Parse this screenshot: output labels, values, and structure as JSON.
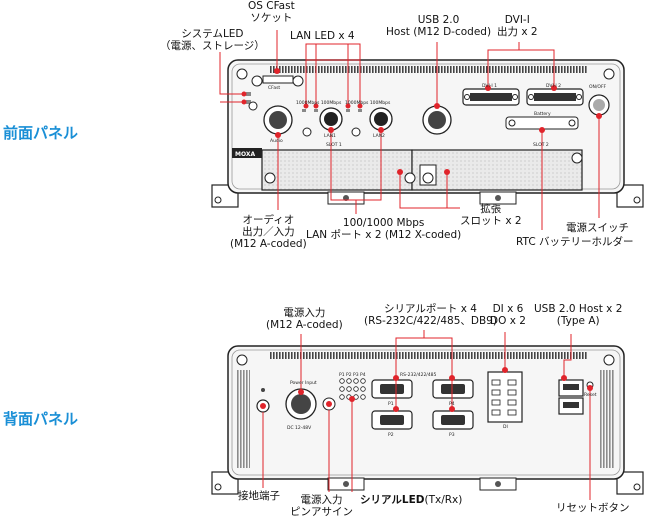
{
  "front": {
    "title": "前面パネル",
    "labels": {
      "cfast_1": "OS CFast",
      "cfast_2": "ソケット",
      "sysled_1": "システムLED",
      "sysled_2": "（電源、ストレージ）",
      "lanled": "LAN LED x 4",
      "usb_1": "USB 2.0",
      "usb_2": "Host (M12 D-coded)",
      "dvi_1": "DVI-I",
      "dvi_2": "出力 x 2",
      "audio_1": "オーディオ",
      "audio_2": "出力／入力",
      "audio_3": "(M12 A-coded)",
      "lan_1": "100/1000 Mbps",
      "lan_2": "LAN ポート x 2 (M12 X-coded)",
      "slot_1": "拡張",
      "slot_2": "スロット x 2",
      "pwrsw": "電源スイッチ",
      "rtc": "RTC バッテリーホルダー"
    },
    "device_text": {
      "brand": "MOXA",
      "cfast": "CFast",
      "onoff": "ON/OFF",
      "audio": "Audio",
      "lan_speed_1": "1000Mbps 100Mbps",
      "lan_speed_2": "1000Mbps 100Mbps",
      "lan1": "LAN1",
      "lan2": "LAN2",
      "slot1": "SLOT 1",
      "slot2": "SLOT 2",
      "dvi1": "DVI-I 1",
      "dvi2": "DVI-I 2",
      "battery": "Battery"
    }
  },
  "rear": {
    "title": "背面パネル",
    "labels": {
      "pin_1": "電源入力",
      "pin_2": "(M12 A-coded)",
      "serial_1": "シリアルポート x 4",
      "serial_2": "(RS-232C/422/485、DB9)",
      "dio_1": "DI x 6",
      "dio_2": "DO x 2",
      "usbA_1": "USB 2.0 Host x 2",
      "usbA_2": "(Type A)",
      "ground": "接地端子",
      "pled_1": "電源入力",
      "pled_2": "ピンアサイン",
      "serled_main": "シリアルLED",
      "serled_suffix": "(Tx/Rx)",
      "reset": "リセットボタン"
    },
    "device_text": {
      "power_input": "Power Input",
      "dc": "DC 12-48V",
      "rs": "RS-232/422/485",
      "p1": "P1",
      "p2": "P2",
      "p3": "P3",
      "p4": "P4",
      "di": "DI",
      "reset": "Reset",
      "leds": "P1 P2 P3 P4"
    }
  },
  "colors": {
    "accent_title": "#1a8fd6",
    "callout": "#e0242b",
    "chassis_stroke": "#222222",
    "chassis_fill": "#f6f6f6",
    "connector_fill": "#333333"
  }
}
